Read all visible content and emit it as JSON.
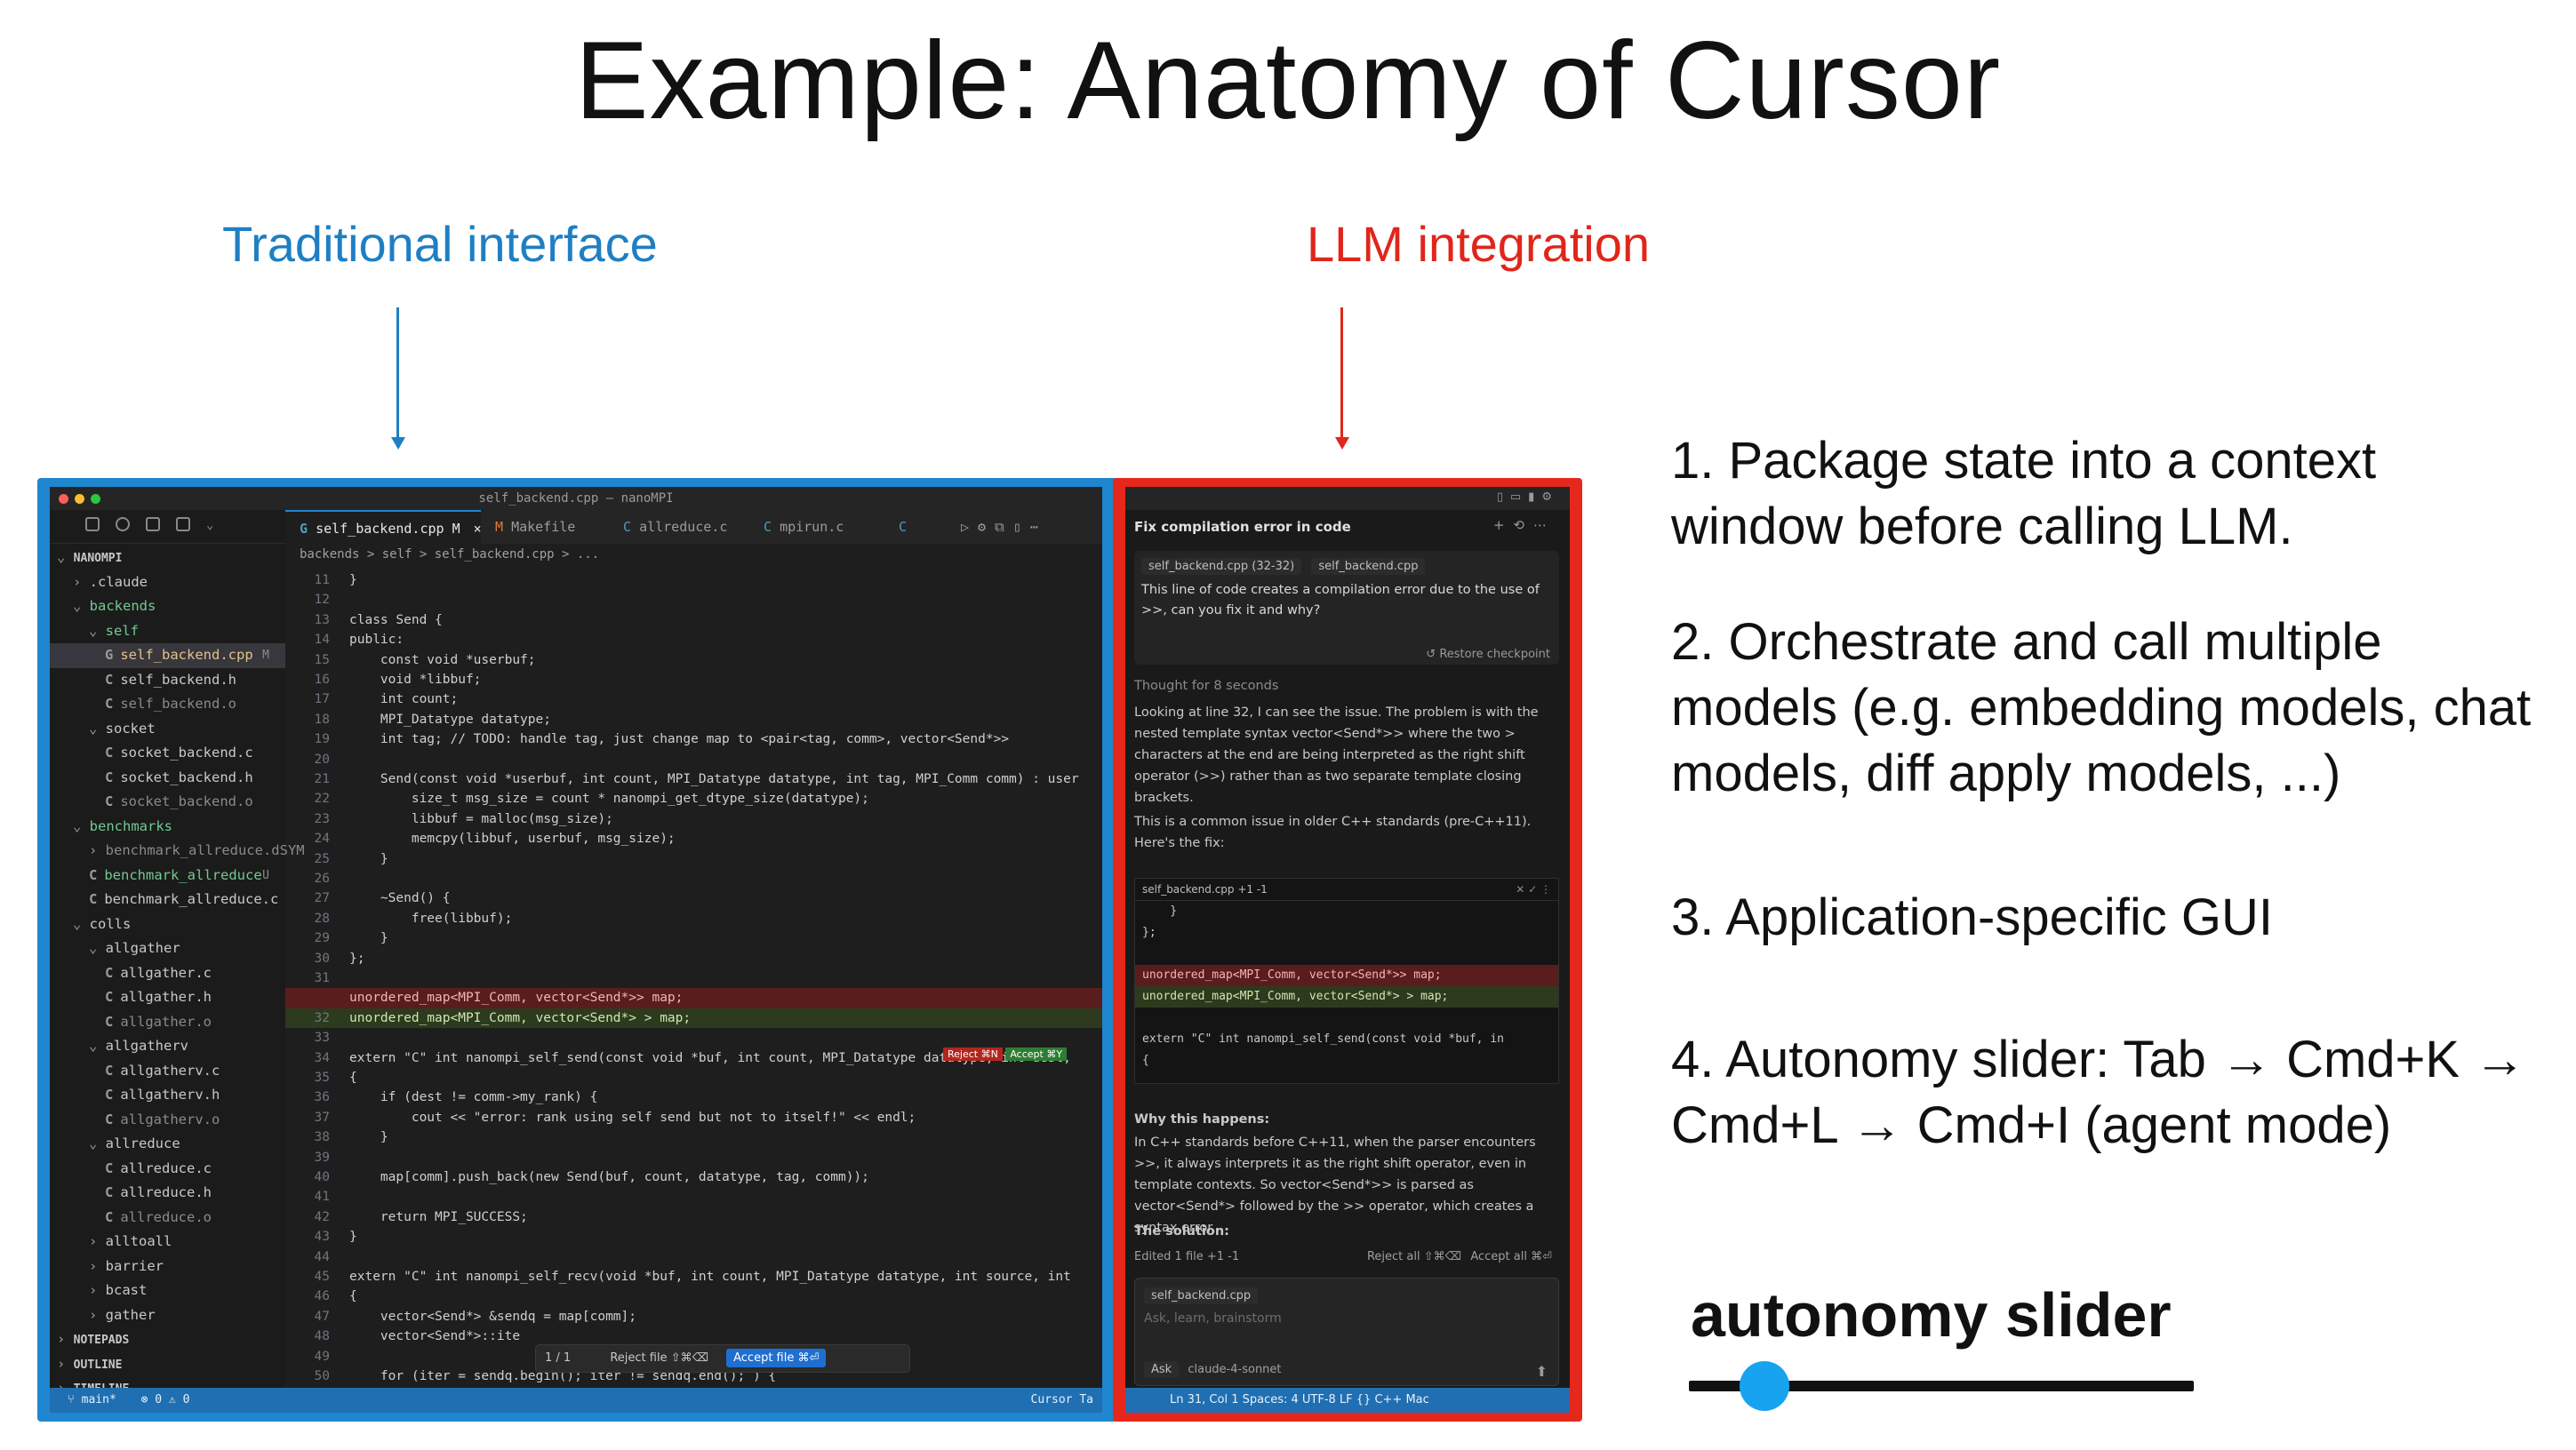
{
  "slide": {
    "title": "Example: Anatomy of Cursor",
    "label_traditional": "Traditional interface",
    "label_llm": "LLM integration",
    "points": [
      "1. Package state into a context window before calling LLM.",
      "2. Orchestrate and call multiple models (e.g. embedding models, chat models, diff apply models, ...)",
      "3. Application-specific GUI",
      "4. Autonomy slider: Tab → Cmd+K → Cmd+L → Cmd+I (agent mode)"
    ],
    "slider_title": "autonomy slider",
    "slider_level": 0.15
  },
  "colors": {
    "blue": "#1f86d0",
    "red": "#e6271c",
    "slider_knob": "#17a3f0"
  },
  "editor": {
    "window_title": "self_backend.cpp — nanoMPI",
    "tabs": [
      "self_backend.cpp M",
      "Makefile",
      "allreduce.c",
      "mpirun.c",
      "C"
    ],
    "breadcrumb": "backends > self > self_backend.cpp > ...",
    "tree": [
      {
        "label": "NANOMPI",
        "depth": 0,
        "kind": "root"
      },
      {
        "label": ".claude",
        "depth": 1,
        "kind": "folder-closed"
      },
      {
        "label": "backends",
        "depth": 1,
        "kind": "folder-open",
        "color": "#73c991"
      },
      {
        "label": "self",
        "depth": 2,
        "kind": "folder-open",
        "color": "#73c991"
      },
      {
        "label": "self_backend.cpp",
        "depth": 3,
        "kind": "file",
        "badge": "M",
        "selected": true,
        "color": "#e2c08d"
      },
      {
        "label": "self_backend.h",
        "depth": 3,
        "kind": "file"
      },
      {
        "label": "self_backend.o",
        "depth": 3,
        "kind": "file",
        "dim": true
      },
      {
        "label": "socket",
        "depth": 2,
        "kind": "folder-open"
      },
      {
        "label": "socket_backend.c",
        "depth": 3,
        "kind": "file"
      },
      {
        "label": "socket_backend.h",
        "depth": 3,
        "kind": "file"
      },
      {
        "label": "socket_backend.o",
        "depth": 3,
        "kind": "file",
        "dim": true
      },
      {
        "label": "benchmarks",
        "depth": 1,
        "kind": "folder-open",
        "color": "#73c991"
      },
      {
        "label": "benchmark_allreduce.dSYM",
        "depth": 2,
        "kind": "folder-closed",
        "dim": true
      },
      {
        "label": "benchmark_allreduce",
        "depth": 2,
        "kind": "file",
        "badge": "U",
        "color": "#73c991"
      },
      {
        "label": "benchmark_allreduce.c",
        "depth": 2,
        "kind": "file"
      },
      {
        "label": "colls",
        "depth": 1,
        "kind": "folder-open"
      },
      {
        "label": "allgather",
        "depth": 2,
        "kind": "folder-open"
      },
      {
        "label": "allgather.c",
        "depth": 3,
        "kind": "file"
      },
      {
        "label": "allgather.h",
        "depth": 3,
        "kind": "file"
      },
      {
        "label": "allgather.o",
        "depth": 3,
        "kind": "file",
        "dim": true
      },
      {
        "label": "allgatherv",
        "depth": 2,
        "kind": "folder-open"
      },
      {
        "label": "allgatherv.c",
        "depth": 3,
        "kind": "file"
      },
      {
        "label": "allgatherv.h",
        "depth": 3,
        "kind": "file"
      },
      {
        "label": "allgatherv.o",
        "depth": 3,
        "kind": "file",
        "dim": true
      },
      {
        "label": "allreduce",
        "depth": 2,
        "kind": "folder-open"
      },
      {
        "label": "allreduce.c",
        "depth": 3,
        "kind": "file"
      },
      {
        "label": "allreduce.h",
        "depth": 3,
        "kind": "file"
      },
      {
        "label": "allreduce.o",
        "depth": 3,
        "kind": "file",
        "dim": true
      },
      {
        "label": "alltoall",
        "depth": 2,
        "kind": "folder-closed"
      },
      {
        "label": "barrier",
        "depth": 2,
        "kind": "folder-closed"
      },
      {
        "label": "bcast",
        "depth": 2,
        "kind": "folder-closed"
      },
      {
        "label": "gather",
        "depth": 2,
        "kind": "folder-closed"
      },
      {
        "label": "NOTEPADS",
        "depth": 0,
        "kind": "section"
      },
      {
        "label": "OUTLINE",
        "depth": 0,
        "kind": "section"
      },
      {
        "label": "TIMELINE",
        "depth": 0,
        "kind": "section"
      }
    ],
    "code_lines": [
      {
        "n": "11",
        "t": "}"
      },
      {
        "n": "12",
        "t": ""
      },
      {
        "n": "13",
        "t": "class Send {"
      },
      {
        "n": "14",
        "t": "public:"
      },
      {
        "n": "15",
        "t": "    const void *userbuf;"
      },
      {
        "n": "16",
        "t": "    void *libbuf;"
      },
      {
        "n": "17",
        "t": "    int count;"
      },
      {
        "n": "18",
        "t": "    MPI_Datatype datatype;"
      },
      {
        "n": "19",
        "t": "    int tag; // TODO: handle tag, just change map to <pair<tag, comm>, vector<Send*>>"
      },
      {
        "n": "20",
        "t": ""
      },
      {
        "n": "21",
        "t": "    Send(const void *userbuf, int count, MPI_Datatype datatype, int tag, MPI_Comm comm) : user"
      },
      {
        "n": "22",
        "t": "        size_t msg_size = count * nanompi_get_dtype_size(datatype);"
      },
      {
        "n": "23",
        "t": "        libbuf = malloc(msg_size);"
      },
      {
        "n": "24",
        "t": "        memcpy(libbuf, userbuf, msg_size);"
      },
      {
        "n": "25",
        "t": "    }"
      },
      {
        "n": "26",
        "t": ""
      },
      {
        "n": "27",
        "t": "    ~Send() {"
      },
      {
        "n": "28",
        "t": "        free(libbuf);"
      },
      {
        "n": "29",
        "t": "    }"
      },
      {
        "n": "30",
        "t": "};"
      },
      {
        "n": "31",
        "t": ""
      },
      {
        "n": "",
        "t": "unordered_map<MPI_Comm, vector<Send*>> map;",
        "diff": "del"
      },
      {
        "n": "32",
        "t": "unordered_map<MPI_Comm, vector<Send*> > map;",
        "diff": "add"
      },
      {
        "n": "33",
        "t": ""
      },
      {
        "n": "34",
        "t": "extern \"C\" int nanompi_self_send(const void *buf, int count, MPI_Datatype datatype, int dest,"
      },
      {
        "n": "35",
        "t": "{"
      },
      {
        "n": "36",
        "t": "    if (dest != comm->my_rank) {"
      },
      {
        "n": "37",
        "t": "        cout << \"error: rank using self send but not to itself!\" << endl;"
      },
      {
        "n": "38",
        "t": "    }"
      },
      {
        "n": "39",
        "t": ""
      },
      {
        "n": "40",
        "t": "    map[comm].push_back(new Send(buf, count, datatype, tag, comm));"
      },
      {
        "n": "41",
        "t": ""
      },
      {
        "n": "42",
        "t": "    return MPI_SUCCESS;"
      },
      {
        "n": "43",
        "t": "}"
      },
      {
        "n": "44",
        "t": ""
      },
      {
        "n": "45",
        "t": "extern \"C\" int nanompi_self_recv(void *buf, int count, MPI_Datatype datatype, int source, int"
      },
      {
        "n": "46",
        "t": "{"
      },
      {
        "n": "47",
        "t": "    vector<Send*> &sendq = map[comm];"
      },
      {
        "n": "48",
        "t": "    vector<Send*>::ite"
      },
      {
        "n": "49",
        "t": ""
      },
      {
        "n": "50",
        "t": "    for (iter = sendq.begin(); iter != sendq.end(); ) {"
      }
    ],
    "diff_actions": {
      "reject": "Reject ⌘N",
      "accept": "Accept ⌘Y"
    },
    "file_actions": {
      "counter": "1 / 1",
      "reject_file": "Reject file ⇧⌘⌫",
      "accept_file": "Accept file ⌘⏎"
    },
    "status": {
      "branch": "main*",
      "errors": "⊗ 0 ⚠ 0",
      "right": "Cursor Ta"
    }
  },
  "chat": {
    "title": "Fix compilation error in code",
    "context_chips": [
      "self_backend.cpp (32-32)",
      "self_backend.cpp"
    ],
    "user_message": "This line of code creates a compilation error due to the use of >>, can you fix it and why?",
    "restore": "Restore checkpoint",
    "thought": "Thought for 8 seconds",
    "answer_1": "Looking at line 32, I can see the issue. The problem is with the nested template syntax vector<Send*>> where the two > characters at the end are being interpreted as the right shift operator (>>) rather than as two separate template closing brackets.",
    "answer_2": "This is a common issue in older C++ standards (pre-C++11). Here's the fix:",
    "code_file": "self_backend.cpp +1 -1",
    "code_lines": [
      {
        "t": "    }",
        "diff": ""
      },
      {
        "t": "};",
        "diff": ""
      },
      {
        "t": "",
        "diff": ""
      },
      {
        "t": "unordered_map<MPI_Comm, vector<Send*>> map;",
        "diff": "del"
      },
      {
        "t": "unordered_map<MPI_Comm, vector<Send*> > map;",
        "diff": "add"
      },
      {
        "t": "",
        "diff": ""
      },
      {
        "t": "extern \"C\" int nanompi_self_send(const void *buf, in",
        "diff": ""
      },
      {
        "t": "{",
        "diff": ""
      }
    ],
    "why_heading": "Why this happens:",
    "why_text": "In C++ standards before C++11, when the parser encounters >>, it always interprets it as the right shift operator, even in template contexts. So vector<Send*>> is parsed as vector<Send*> followed by the >> operator, which creates a syntax error.",
    "solution_heading": "The solution:",
    "edited_bar": {
      "label": "Edited 1 file +1 -1",
      "reject_all": "Reject all ⇧⌘⌫",
      "accept_all": "Accept all ⌘⏎"
    },
    "input_chip": "self_backend.cpp",
    "input_placeholder": "Ask, learn, brainstorm",
    "mode": "Ask",
    "model": "claude-4-sonnet",
    "status": "Ln 31, Col 1   Spaces: 4   UTF-8   LF   {} C++   Mac"
  }
}
